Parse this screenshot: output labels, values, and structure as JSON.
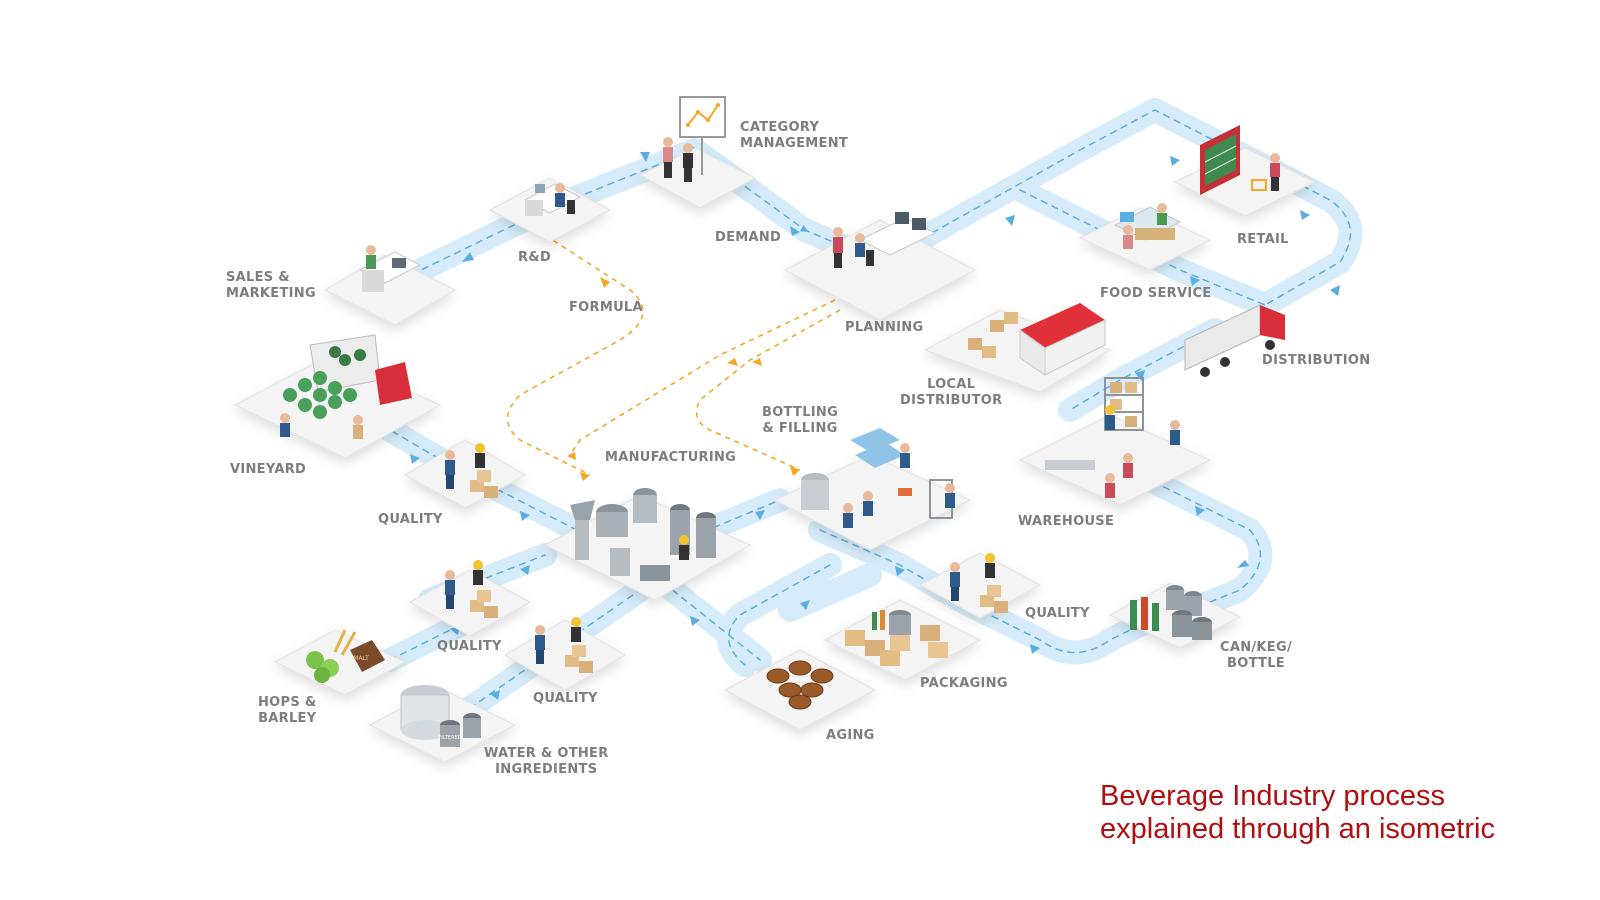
{
  "labels": {
    "category_management": "CATEGORY\nMANAGEMENT",
    "rnd": "R&D",
    "demand": "DEMAND",
    "sales_marketing": "SALES &\nMARKETING",
    "formula": "FORMULA",
    "planning": "PLANNING",
    "retail": "RETAIL",
    "food_service": "FOOD SERVICE",
    "distribution": "DISTRIBUTION",
    "local_distributor": "LOCAL\nDISTRIBUTOR",
    "vineyard": "VINEYARD",
    "bottling_filling": "BOTTLING\n& FILLING",
    "manufacturing": "MANUFACTURING",
    "warehouse": "WAREHOUSE",
    "quality_1": "QUALITY",
    "quality_2": "QUALITY",
    "quality_3": "QUALITY",
    "quality_4": "QUALITY",
    "hops_barley": "HOPS &\nBARLEY",
    "packaging": "PACKAGING",
    "can_keg_bottle": "CAN/KEG/\nBOTTLE",
    "water_ingredients": "WATER & OTHER\nINGREDIENTS",
    "aging": "AGING"
  },
  "product_labels": {
    "malt_bags": "MALT",
    "tank_label": "FILTERED"
  },
  "caption": "Beverage Industry process\nexplained through an isometric",
  "colors": {
    "flow_path": "#d6ecfa",
    "flow_arrow": "#5aaee0",
    "formula_path": "#f5a623",
    "platform_top": "#f4f4f4",
    "label": "#7d7d7d",
    "caption": "#b10f0f",
    "roof_red": "#e0303a"
  }
}
